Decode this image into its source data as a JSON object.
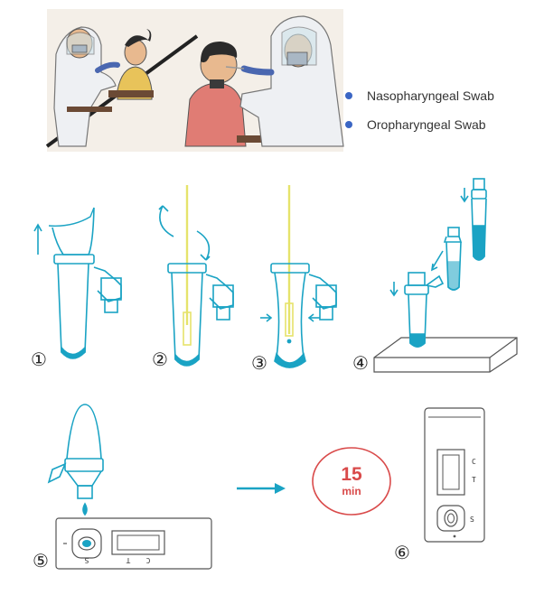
{
  "legend": {
    "items": [
      {
        "label": "Nasopharyngeal Swab",
        "color": "#3b66c4"
      },
      {
        "label": "Oropharyngeal Swab",
        "color": "#3b66c4"
      }
    ]
  },
  "steps": [
    "①",
    "②",
    "③",
    "④",
    "⑤",
    "⑥"
  ],
  "timer": {
    "value": "15",
    "unit": "min"
  },
  "cassette": {
    "control": "C",
    "test": "T",
    "sample": "S"
  },
  "colors": {
    "teal": "#1aa3c4",
    "swab": "#e6e36b",
    "timer": "#d94a4a",
    "skin": "#e8b98f",
    "shirt": "#e07c74",
    "yellow_shirt": "#e8c35a",
    "suit": "#eef0f3"
  }
}
